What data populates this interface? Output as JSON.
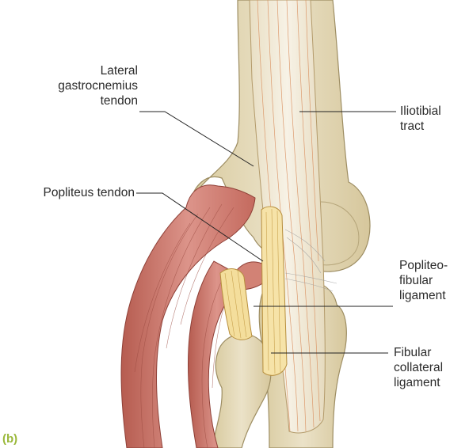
{
  "panel_letter": "(b)",
  "labels": {
    "lateral_gastrocnemius_tendon": [
      "Lateral",
      "gastrocnemius",
      "tendon"
    ],
    "popliteus_tendon": [
      "Popliteus tendon"
    ],
    "iliotibial_tract": [
      "Iliotibial",
      "tract"
    ],
    "popliteofibular_ligament": [
      "Popliteo-",
      "fibular",
      "ligament"
    ],
    "fibular_collateral_ligament": [
      "Fibular",
      "collateral",
      "ligament"
    ]
  },
  "colors": {
    "bone": "#e6dcc0",
    "bone_shadow": "#cbbd97",
    "muscle": "#d98a7e",
    "muscle_dark": "#b4584c",
    "ligament": "#f5df9e",
    "ligament_line": "#c9a24e",
    "fiber": "#d98c5a",
    "tract": "#f3ecd9",
    "leader": "#222222",
    "panel_letter": "#9ab83a"
  }
}
